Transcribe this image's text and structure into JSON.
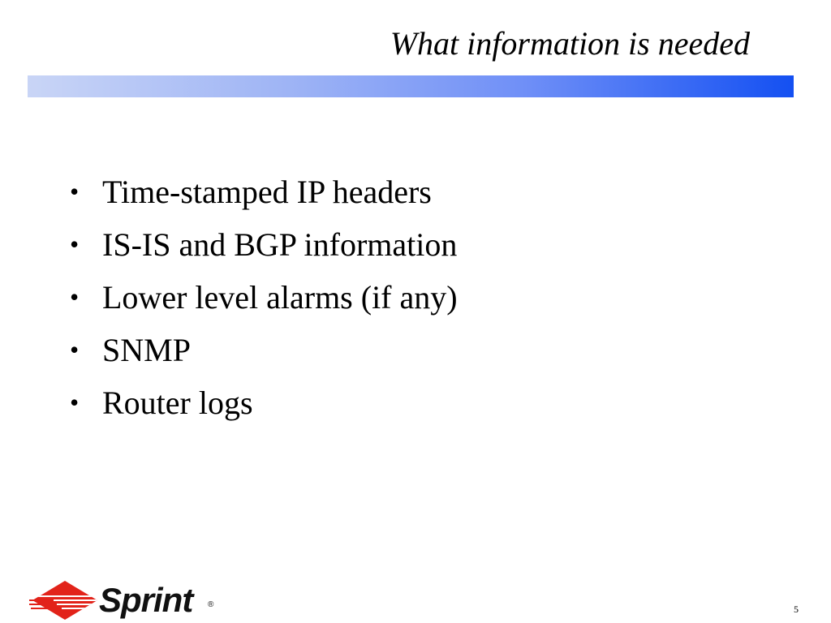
{
  "slide": {
    "title": "What information is needed",
    "bullets": [
      "Time-stamped IP headers",
      "IS-IS and BGP information",
      "Lower level alarms (if any)",
      "SNMP",
      "Router logs"
    ],
    "bullet_glyph": "•",
    "page_number": "5"
  },
  "logo": {
    "text": "Sprint",
    "registered_mark": "®",
    "icon": "sprint-diamond-icon"
  },
  "colors": {
    "title_bar_start": "#c9d5f6",
    "title_bar_end": "#1450f2",
    "logo_red": "#e2231a",
    "text": "#000000"
  }
}
